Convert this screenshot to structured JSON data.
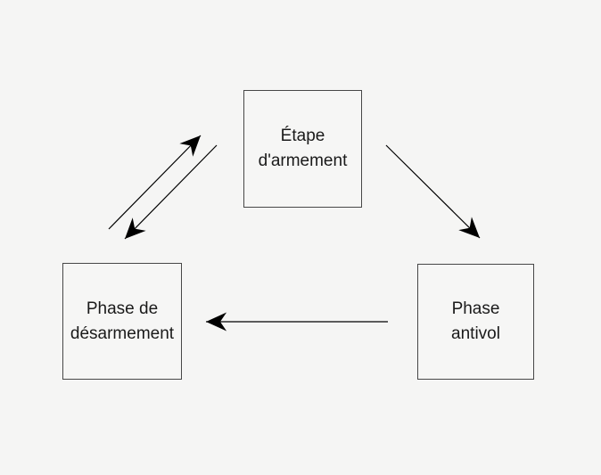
{
  "diagram": {
    "title": "",
    "background_color": "#f5f5f4",
    "box_border_color": "#474747",
    "arrow_color": "#000000",
    "text_color": "#1a1a1a",
    "nodes": [
      {
        "id": "armement",
        "position": "top-center",
        "label_line1": "Étape",
        "label_line2": "d'armement"
      },
      {
        "id": "desarmement",
        "position": "bottom-left",
        "label_line1": "Phase de",
        "label_line2": "désarmement"
      },
      {
        "id": "antivol",
        "position": "bottom-right",
        "label_line1": "Phase",
        "label_line2": "antivol"
      }
    ],
    "edges": [
      {
        "from": "desarmement",
        "to": "armement",
        "style": "straight-arrow",
        "direction": "up-right"
      },
      {
        "from": "armement",
        "to": "desarmement",
        "style": "straight-arrow",
        "direction": "down-left"
      },
      {
        "from": "armement",
        "to": "antivol",
        "style": "straight-arrow",
        "direction": "down-right"
      },
      {
        "from": "antivol",
        "to": "desarmement",
        "style": "straight-arrow",
        "direction": "left"
      }
    ]
  }
}
